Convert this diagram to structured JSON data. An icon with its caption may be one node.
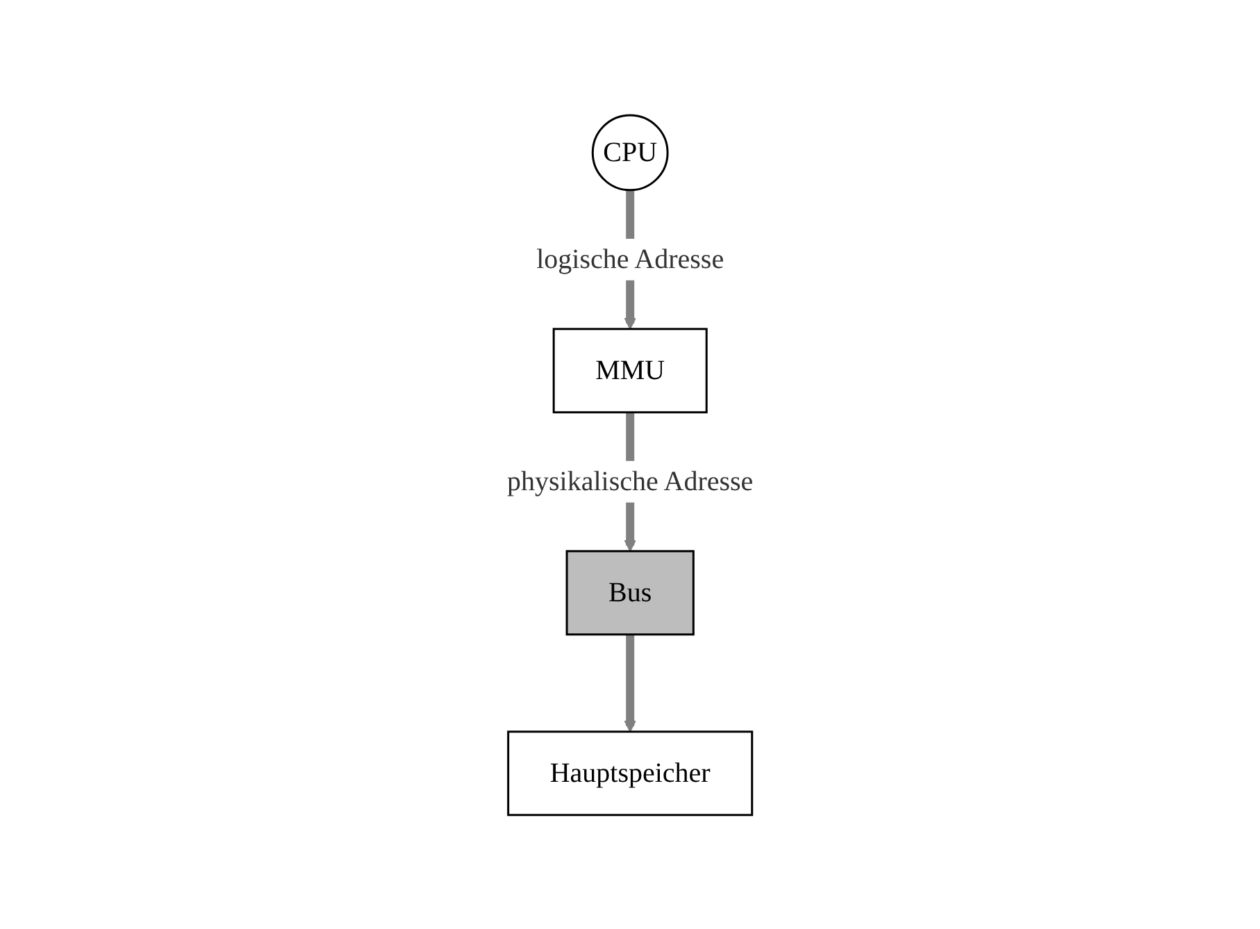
{
  "diagram": {
    "nodes": [
      {
        "text": [
          "CPU"
        ]
      },
      {
        "text": [
          "MMU"
        ]
      },
      {
        "text": [
          "Hauptspeicher"
        ]
      },
      {
        "text": [
          "Bus"
        ]
      }
    ],
    "edges": [
      {
        "from": 0,
        "to": 1,
        "arrow": "to",
        "label": "logische Adresse"
      },
      {
        "from": 1,
        "to": 3,
        "arrow": "to",
        "label": "physikalische Adresse"
      },
      {
        "from": 3,
        "to": 2,
        "arrow": "to"
      }
    ]
  }
}
